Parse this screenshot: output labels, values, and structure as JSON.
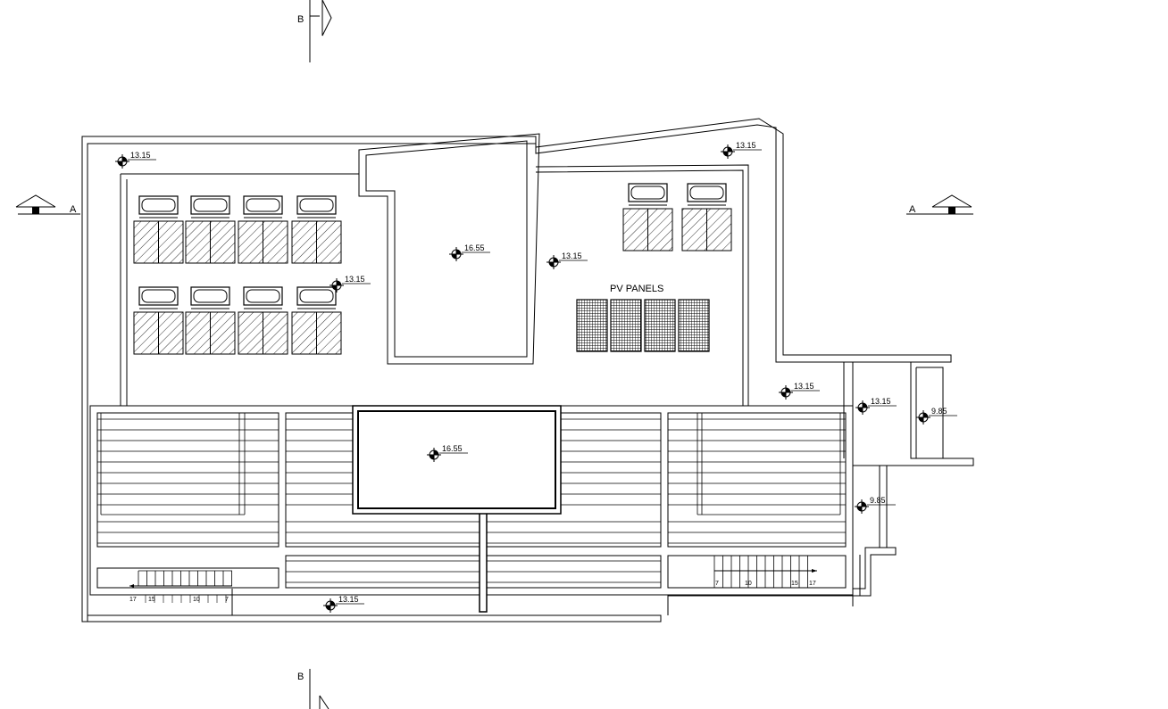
{
  "section_markers": {
    "a_left": "A",
    "a_right": "A",
    "b_top": "B",
    "b_bottom": "B"
  },
  "labels": {
    "pv_panels": "PV PANELS"
  },
  "levels": {
    "l1": "13.15",
    "l2": "13.15",
    "l3": "16.55",
    "l4": "13.15",
    "l5": "13.15",
    "l6": "13.15",
    "l7": "16.55",
    "l8": "13.15",
    "l9": "9.85",
    "l10": "9.85",
    "l11": "13.15"
  },
  "stairs": {
    "left": {
      "n17": "17",
      "n15": "15",
      "n10": "10",
      "n7": "7"
    },
    "right": {
      "n7": "7",
      "n10": "10",
      "n15": "15",
      "n17": "17"
    }
  }
}
